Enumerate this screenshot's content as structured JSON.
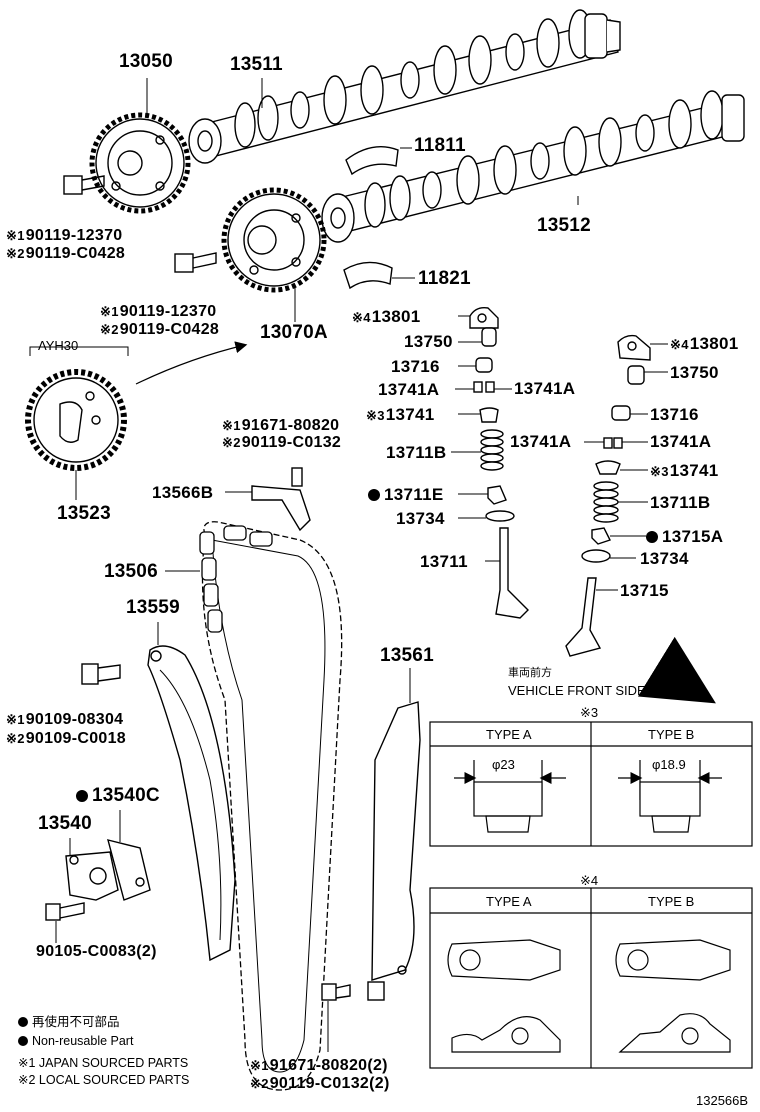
{
  "diagram_id": "132566B",
  "engine_label": "AYH30",
  "direction": {
    "jp": "車両前方",
    "en": "VEHICLE FRONT SIDE"
  },
  "parts": {
    "p13050": "13050",
    "p13511": "13511",
    "p11811": "11811",
    "p13512": "13512",
    "p11821": "11821",
    "p13070A": "13070A",
    "p13523": "13523",
    "p13506": "13506",
    "p13559": "13559",
    "p13561": "13561",
    "p13566B": "13566B",
    "p13540C": "13540C",
    "p13540": "13540",
    "p90105": "90105-C0083(2)",
    "l13801": "13801",
    "l13750": "13750",
    "l13716": "13716",
    "l13741A_left": "13741A",
    "l13741A_right": "13741A",
    "l13741": "13741",
    "l13711B": "13711B",
    "l13711E": "13711E",
    "l13734": "13734",
    "l13711": "13711",
    "r13801": "13801",
    "r13750": "13750",
    "r13716": "13716",
    "r13741A_left": "13741A",
    "r13741A_right": "13741A",
    "r13741": "13741",
    "r13711B": "13711B",
    "r13715A": "13715A",
    "r13734": "13734",
    "r13715": "13715"
  },
  "bolts": {
    "b1_a": "90119-12370",
    "b1_b": "90119-C0428",
    "b2_a": "90119-12370",
    "b2_b": "90119-C0428",
    "b3_a": "91671-80820",
    "b3_b": "90119-C0132",
    "b4_a": "90109-08304",
    "b4_b": "90109-C0018",
    "b5_a": "91671-80820(2)",
    "b5_b": "90119-C0132(2)"
  },
  "marks": {
    "m1": "※1",
    "m2": "※2",
    "m3": "※3",
    "m4": "※4"
  },
  "type_tables": {
    "t3": {
      "title": "※3",
      "col_a": "TYPE A",
      "col_b": "TYPE B",
      "dim_a": "φ23",
      "dim_b": "φ18.9"
    },
    "t4": {
      "title": "※4",
      "col_a": "TYPE A",
      "col_b": "TYPE B"
    }
  },
  "legend": {
    "jp": "再使用不可部品",
    "en": "Non-reusable Part",
    "n1": "※1 JAPAN SOURCED PARTS",
    "n2": "※2 LOCAL SOURCED PARTS"
  }
}
